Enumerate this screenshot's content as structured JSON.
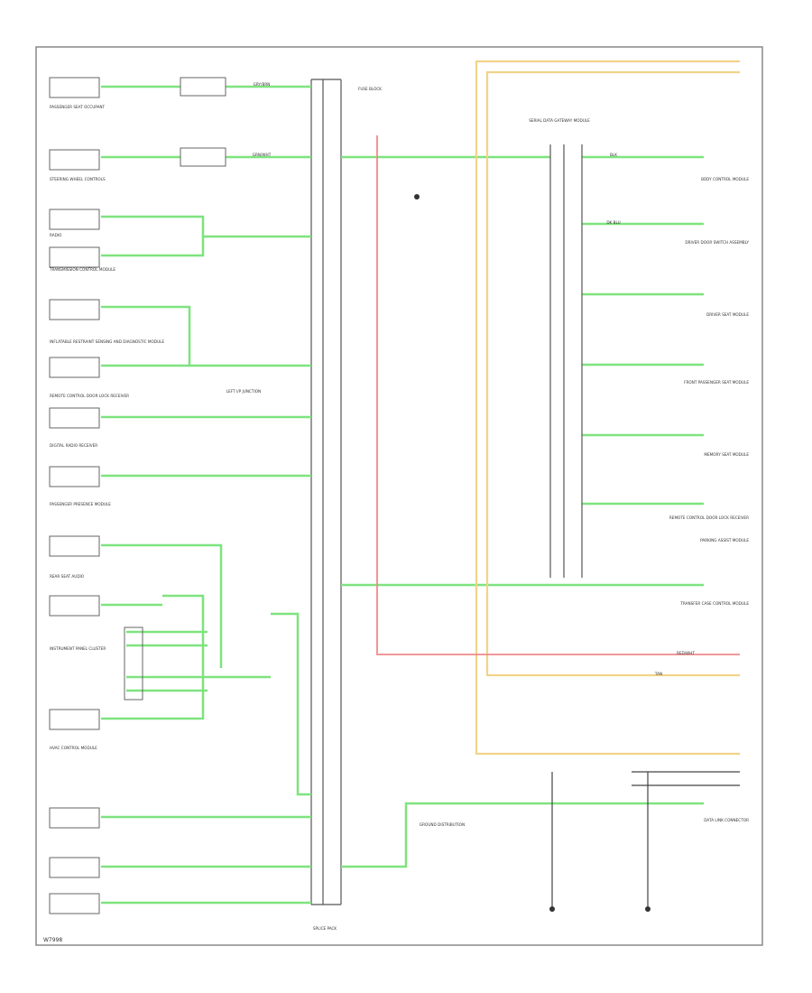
{
  "diagram": {
    "footer_code": "W7998",
    "module_labels": [
      "PASSENGER SEAT OCCUPANT",
      "STEERING WHEEL CONTROLS",
      "RADIO",
      "TRANSMISSION CONTROL MODULE",
      "INFLATABLE RESTRAINT SENSING AND DIAGNOSTIC MODULE",
      "REMOTE CONTROL DOOR LOCK RECEIVER",
      "DIGITAL RADIO RECEIVER",
      "PASSENGER PRESENCE MODULE",
      "REAR SEAT AUDIO",
      "INSTRUMENT PANEL CLUSTER",
      "HVAC CONTROL MODULE"
    ],
    "right_labels": [
      "BODY CONTROL MODULE",
      "DRIVER DOOR SWITCH ASSEMBLY",
      "DRIVER SEAT MODULE",
      "FRONT PASSENGER SEAT MODULE",
      "MEMORY SEAT MODULE",
      "REMOTE CONTROL DOOR LOCK RECEIVER",
      "PARKING ASSIST MODULE",
      "TRANSFER CASE CONTROL MODULE",
      "DATA LINK CONNECTOR"
    ],
    "center_labels": [
      "SPLICE PACK",
      "LEFT I/P JUNCTION",
      "FUSE BLOCK",
      "SERIAL DATA GATEWAY MODULE",
      "GROUND DISTRIBUTION"
    ],
    "wire_labels": [
      "GRY/BRN",
      "GRN/WHT",
      "BLK",
      "DK BLU",
      "TAN",
      "RED/WHT"
    ]
  }
}
